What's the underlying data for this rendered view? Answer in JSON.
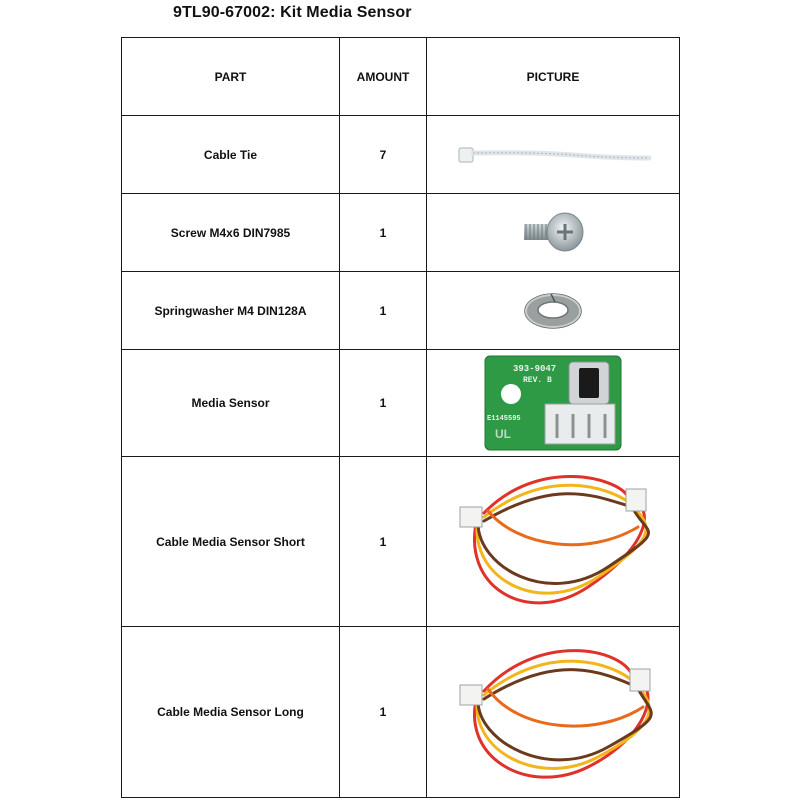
{
  "title": "9TL90-67002: Kit Media Sensor",
  "headers": {
    "part": "PART",
    "amount": "AMOUNT",
    "picture": "PICTURE"
  },
  "rows": [
    {
      "part": "Cable Tie",
      "amount": "7",
      "picture": "cable-tie"
    },
    {
      "part": "Screw M4x6 DIN7985",
      "amount": "1",
      "picture": "screw"
    },
    {
      "part": "Springwasher M4 DIN128A",
      "amount": "1",
      "picture": "springwasher"
    },
    {
      "part": "Media Sensor",
      "amount": "1",
      "picture": "media-sensor-board"
    },
    {
      "part": "Cable Media Sensor Short",
      "amount": "1",
      "picture": "cable-bundle"
    },
    {
      "part": "Cable Media Sensor Long",
      "amount": "1",
      "picture": "cable-bundle"
    }
  ],
  "board_text": {
    "line1": "393-9047",
    "line2": "REV. B",
    "line3": "E1145595"
  }
}
